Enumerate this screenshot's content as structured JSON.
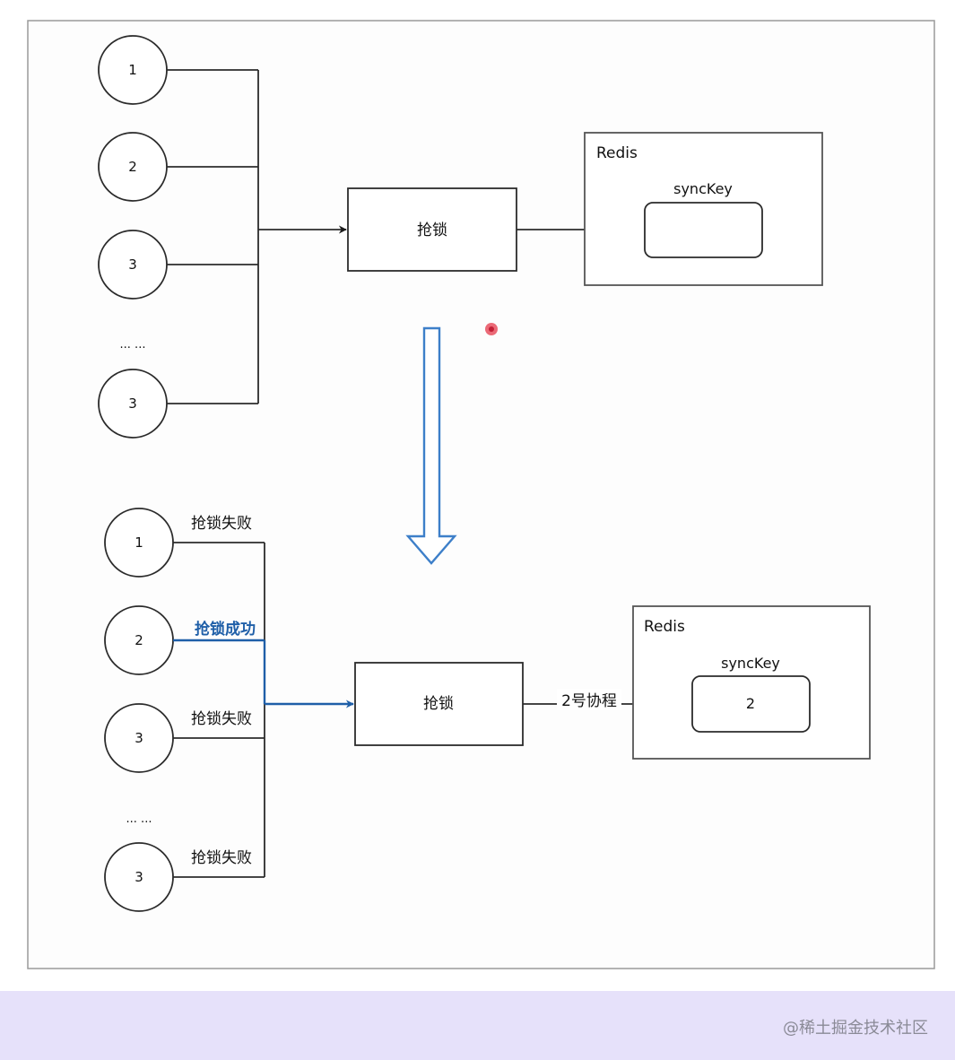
{
  "top": {
    "nodes": [
      {
        "label": "1"
      },
      {
        "label": "2"
      },
      {
        "label": "3"
      },
      {
        "label": "3"
      }
    ],
    "ellipsis": "... ...",
    "process": "抢锁",
    "redis": {
      "title": "Redis",
      "key_label": "syncKey",
      "key_value": ""
    }
  },
  "bottom": {
    "nodes": [
      {
        "label": "1",
        "status": "抢锁失败"
      },
      {
        "label": "2",
        "status": "抢锁成功"
      },
      {
        "label": "3",
        "status": "抢锁失败"
      },
      {
        "label": "3",
        "status": "抢锁失败"
      }
    ],
    "ellipsis": "... ...",
    "process": "抢锁",
    "edge_label": "2号协程",
    "redis": {
      "title": "Redis",
      "key_label": "syncKey",
      "key_value": "2"
    }
  },
  "colors": {
    "line": "#2b2b2b",
    "success": "#1f5fa8",
    "down_arrow": "#3d7fc9"
  },
  "footer": {
    "credit": "@稀土掘金技术社区"
  }
}
